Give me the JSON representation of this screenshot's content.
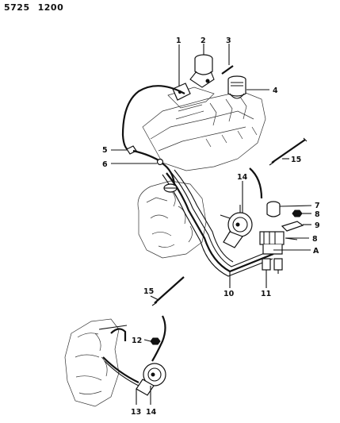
{
  "header": {
    "code1": "5725",
    "code2": "1200"
  },
  "callouts": {
    "c1": "1",
    "c2": "2",
    "c3": "3",
    "c4": "4",
    "c5": "5",
    "c6": "6",
    "c7": "7",
    "c8a": "8",
    "c8b": "8",
    "c9": "9",
    "cA": "A",
    "c10": "10",
    "c11": "11",
    "c12": "12",
    "c13": "13",
    "c14a": "14",
    "c14b": "14",
    "c15a": "15",
    "c15b": "15"
  }
}
